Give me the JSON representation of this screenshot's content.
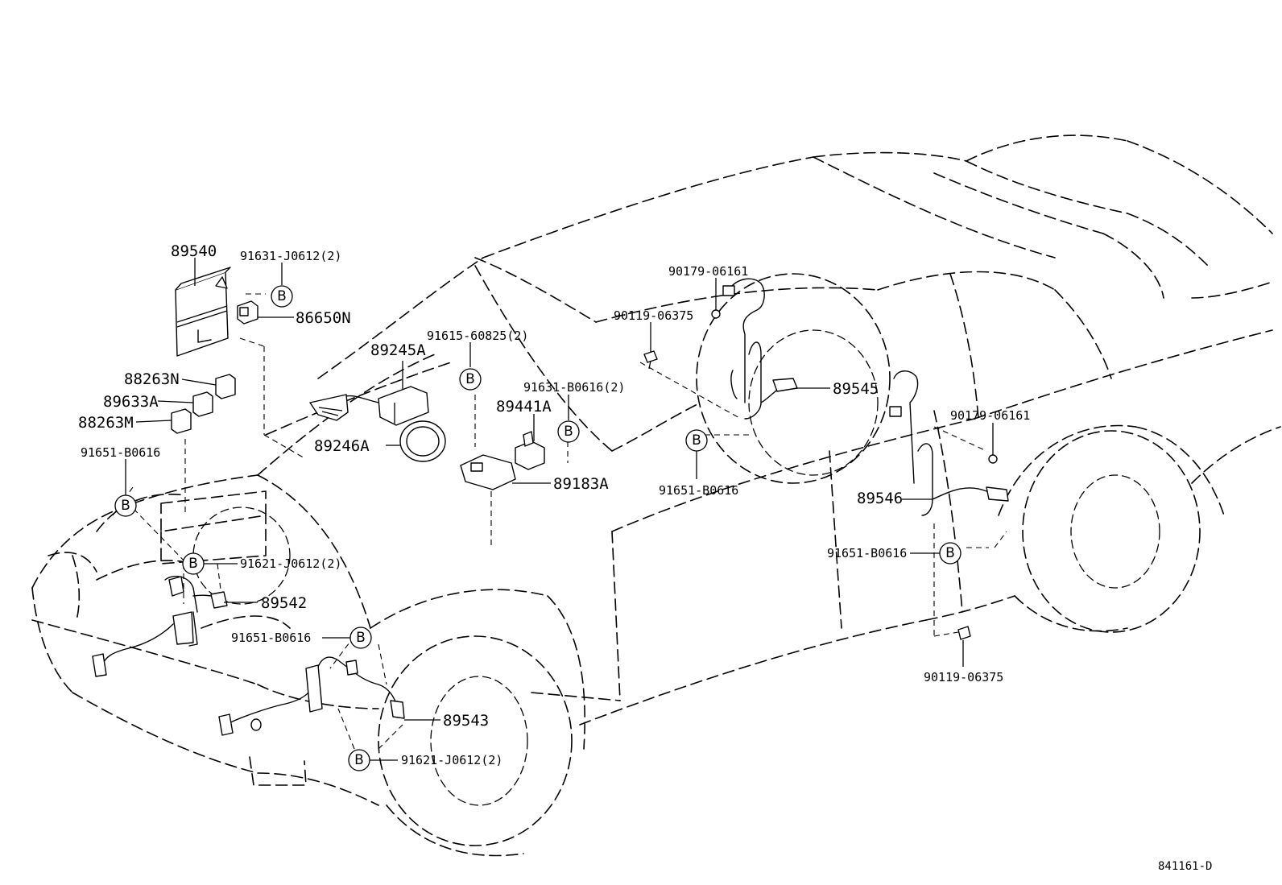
{
  "diagram": {
    "part_labels": {
      "p89540": "89540",
      "p91631_j0612": "91631-J0612(2)",
      "p86650n": "86650N",
      "p88263n": "88263N",
      "p89633a": "89633A",
      "p88263m": "88263M",
      "p91651_b0616_left": "91651-B0616",
      "p89245a": "89245A",
      "p91615_60825": "91615-60825(2)",
      "p89246a": "89246A",
      "p91631_b0616": "91631-B0616(2)",
      "p89441a": "89441A",
      "p89183a": "89183A",
      "p90179_06161_top": "90179-06161",
      "p90119_06375_top": "90119-06375",
      "p89545": "89545",
      "p91651_b0616_mid": "91651-B0616",
      "p90179_06161_right": "90179-06161",
      "p89546": "89546",
      "p91651_b0616_right": "91651-B0616",
      "p90119_06375_bottom": "90119-06375",
      "p91621_j0612_top": "91621-J0612(2)",
      "p89542": "89542",
      "p91651_b0616_front": "91651-B0616",
      "p89543": "89543",
      "p91621_j0612_bottom": "91621-J0612(2)"
    },
    "callout_letter": "B",
    "drawing_number": "841161-D"
  }
}
